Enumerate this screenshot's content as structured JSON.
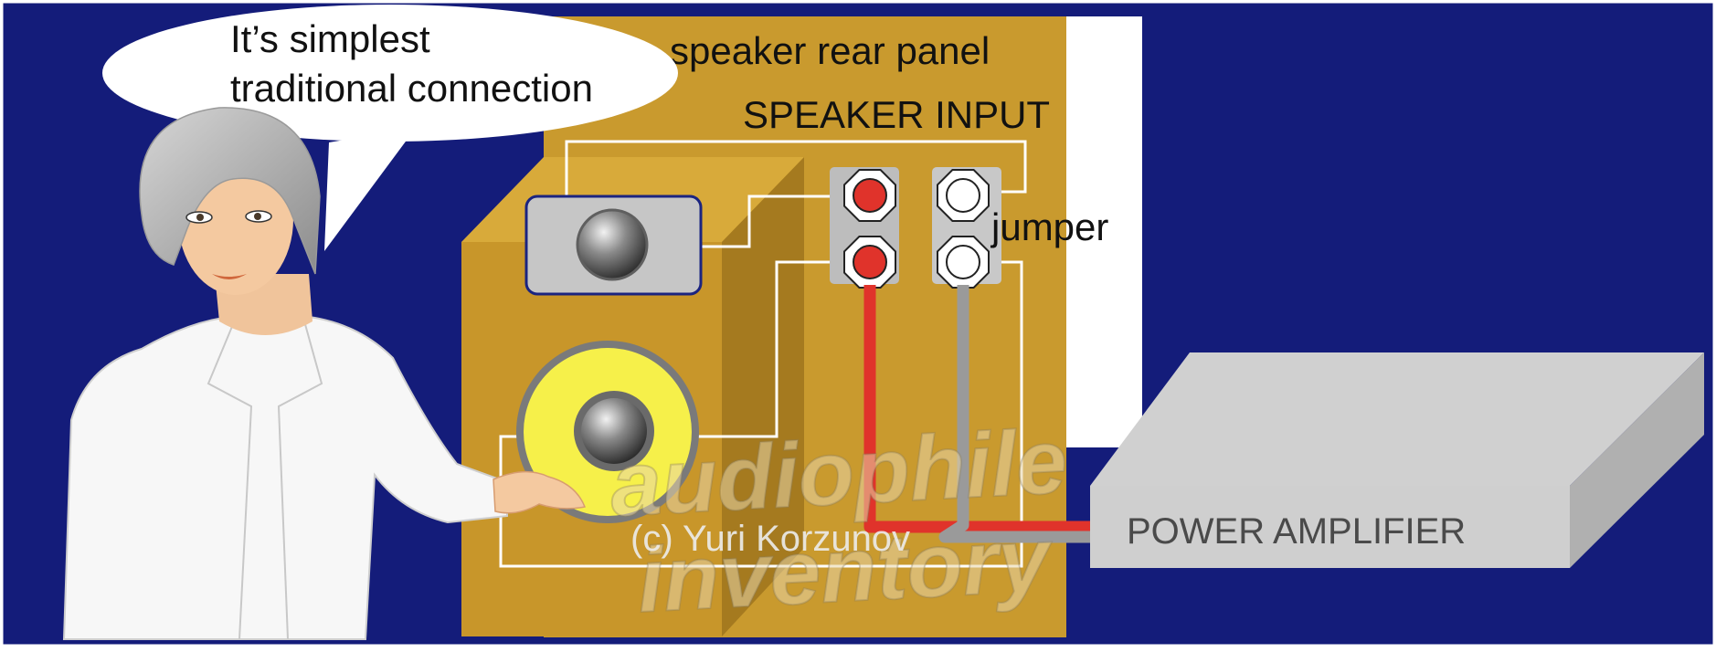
{
  "speech_bubble": {
    "line1": "It’s simplest",
    "line2": "traditional connection"
  },
  "labels": {
    "rear_panel": "speaker rear panel",
    "speaker_input": "SPEAKER INPUT",
    "jumper": "jumper",
    "amplifier": "POWER AMPLIFIER",
    "copyright": "(c) Yuri Korzunov",
    "watermark_line1": "audiophile",
    "watermark_line2": "inventory"
  },
  "colors": {
    "background": "#141c7a",
    "cabinet": "#c99a2e",
    "cabinet_top": "#d8aa3a",
    "cabinet_side": "#a57a1f",
    "positive_wire": "#e0332b",
    "negative_wire": "#9a9a9a",
    "internal_wiring": "#ffffff",
    "woofer_cone": "#f6f04a",
    "amplifier_body": "#cfcfcf"
  }
}
